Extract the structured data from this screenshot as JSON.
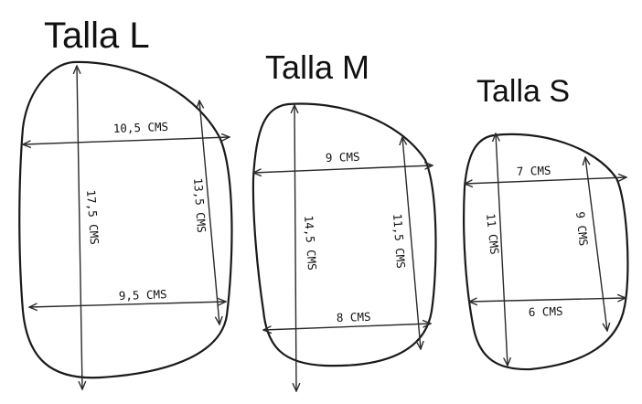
{
  "sizes": [
    {
      "title": "Talla L",
      "top_width": "10,5 CMS",
      "bottom_width": "9,5 CMS",
      "height_left": "17,5 CMS",
      "height_right": "13,5 CMS"
    },
    {
      "title": "Talla M",
      "top_width": "9 CMS",
      "bottom_width": "8 CMS",
      "height_left": "14,5 CMS",
      "height_right": "11,5 CMS"
    },
    {
      "title": "Talla S",
      "top_width": "7 CMS",
      "bottom_width": "6 CMS",
      "height_left": "11 CMS",
      "height_right": "9 CMS"
    }
  ],
  "colors": {
    "ink": "#1a1a1a",
    "paper": "#ffffff"
  }
}
